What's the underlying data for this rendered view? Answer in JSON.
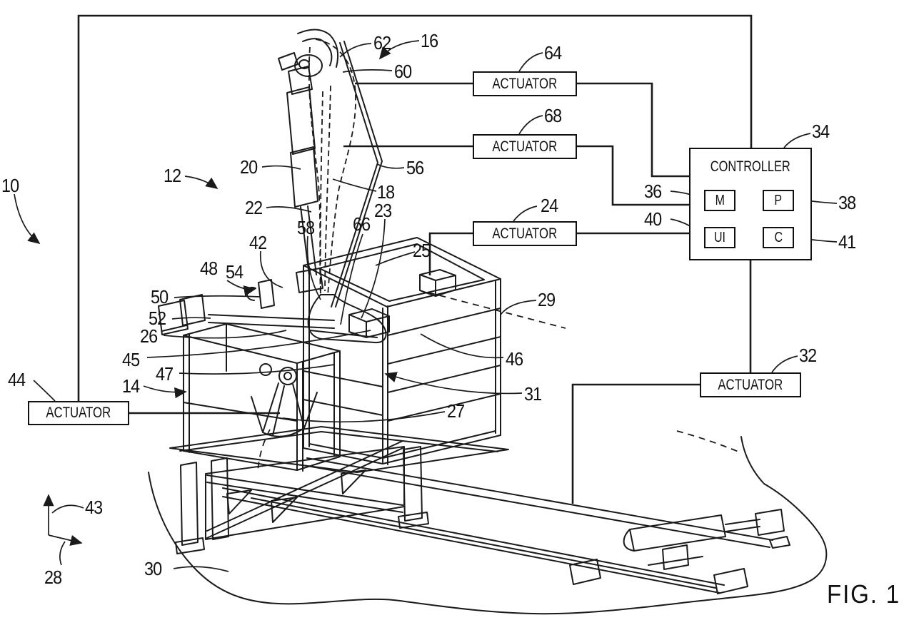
{
  "figure_label": "FIG. 1",
  "controller": {
    "ref": "34",
    "title": "CONTROLLER",
    "modules": {
      "m": "M",
      "p": "P",
      "ui": "UI",
      "c": "C"
    },
    "module_refs": {
      "m": "36",
      "p": "38",
      "ui": "40",
      "c": "41"
    }
  },
  "actuators": {
    "hip": {
      "ref": "64",
      "label": "ACTUATOR"
    },
    "knee": {
      "ref": "68",
      "label": "ACTUATOR"
    },
    "sled": {
      "ref": "24",
      "label": "ACTUATOR"
    },
    "left": {
      "ref": "44",
      "label": "ACTUATOR"
    },
    "track": {
      "ref": "32",
      "label": "ACTUATOR"
    }
  },
  "reference_numerals": {
    "n10": "10",
    "n12": "12",
    "n14": "14",
    "n16": "16",
    "n18": "18",
    "n20": "20",
    "n22": "22",
    "n23": "23",
    "n25": "25",
    "n26": "26",
    "n27": "27",
    "n28": "28",
    "n29": "29",
    "n30": "30",
    "n31": "31",
    "n42": "42",
    "n43": "43",
    "n45": "45",
    "n46": "46",
    "n47": "47",
    "n48": "48",
    "n50": "50",
    "n52": "52",
    "n54": "54",
    "n56": "56",
    "n58": "58",
    "n60": "60",
    "n62": "62",
    "n66": "66"
  },
  "line_color": "#1a1a1a"
}
